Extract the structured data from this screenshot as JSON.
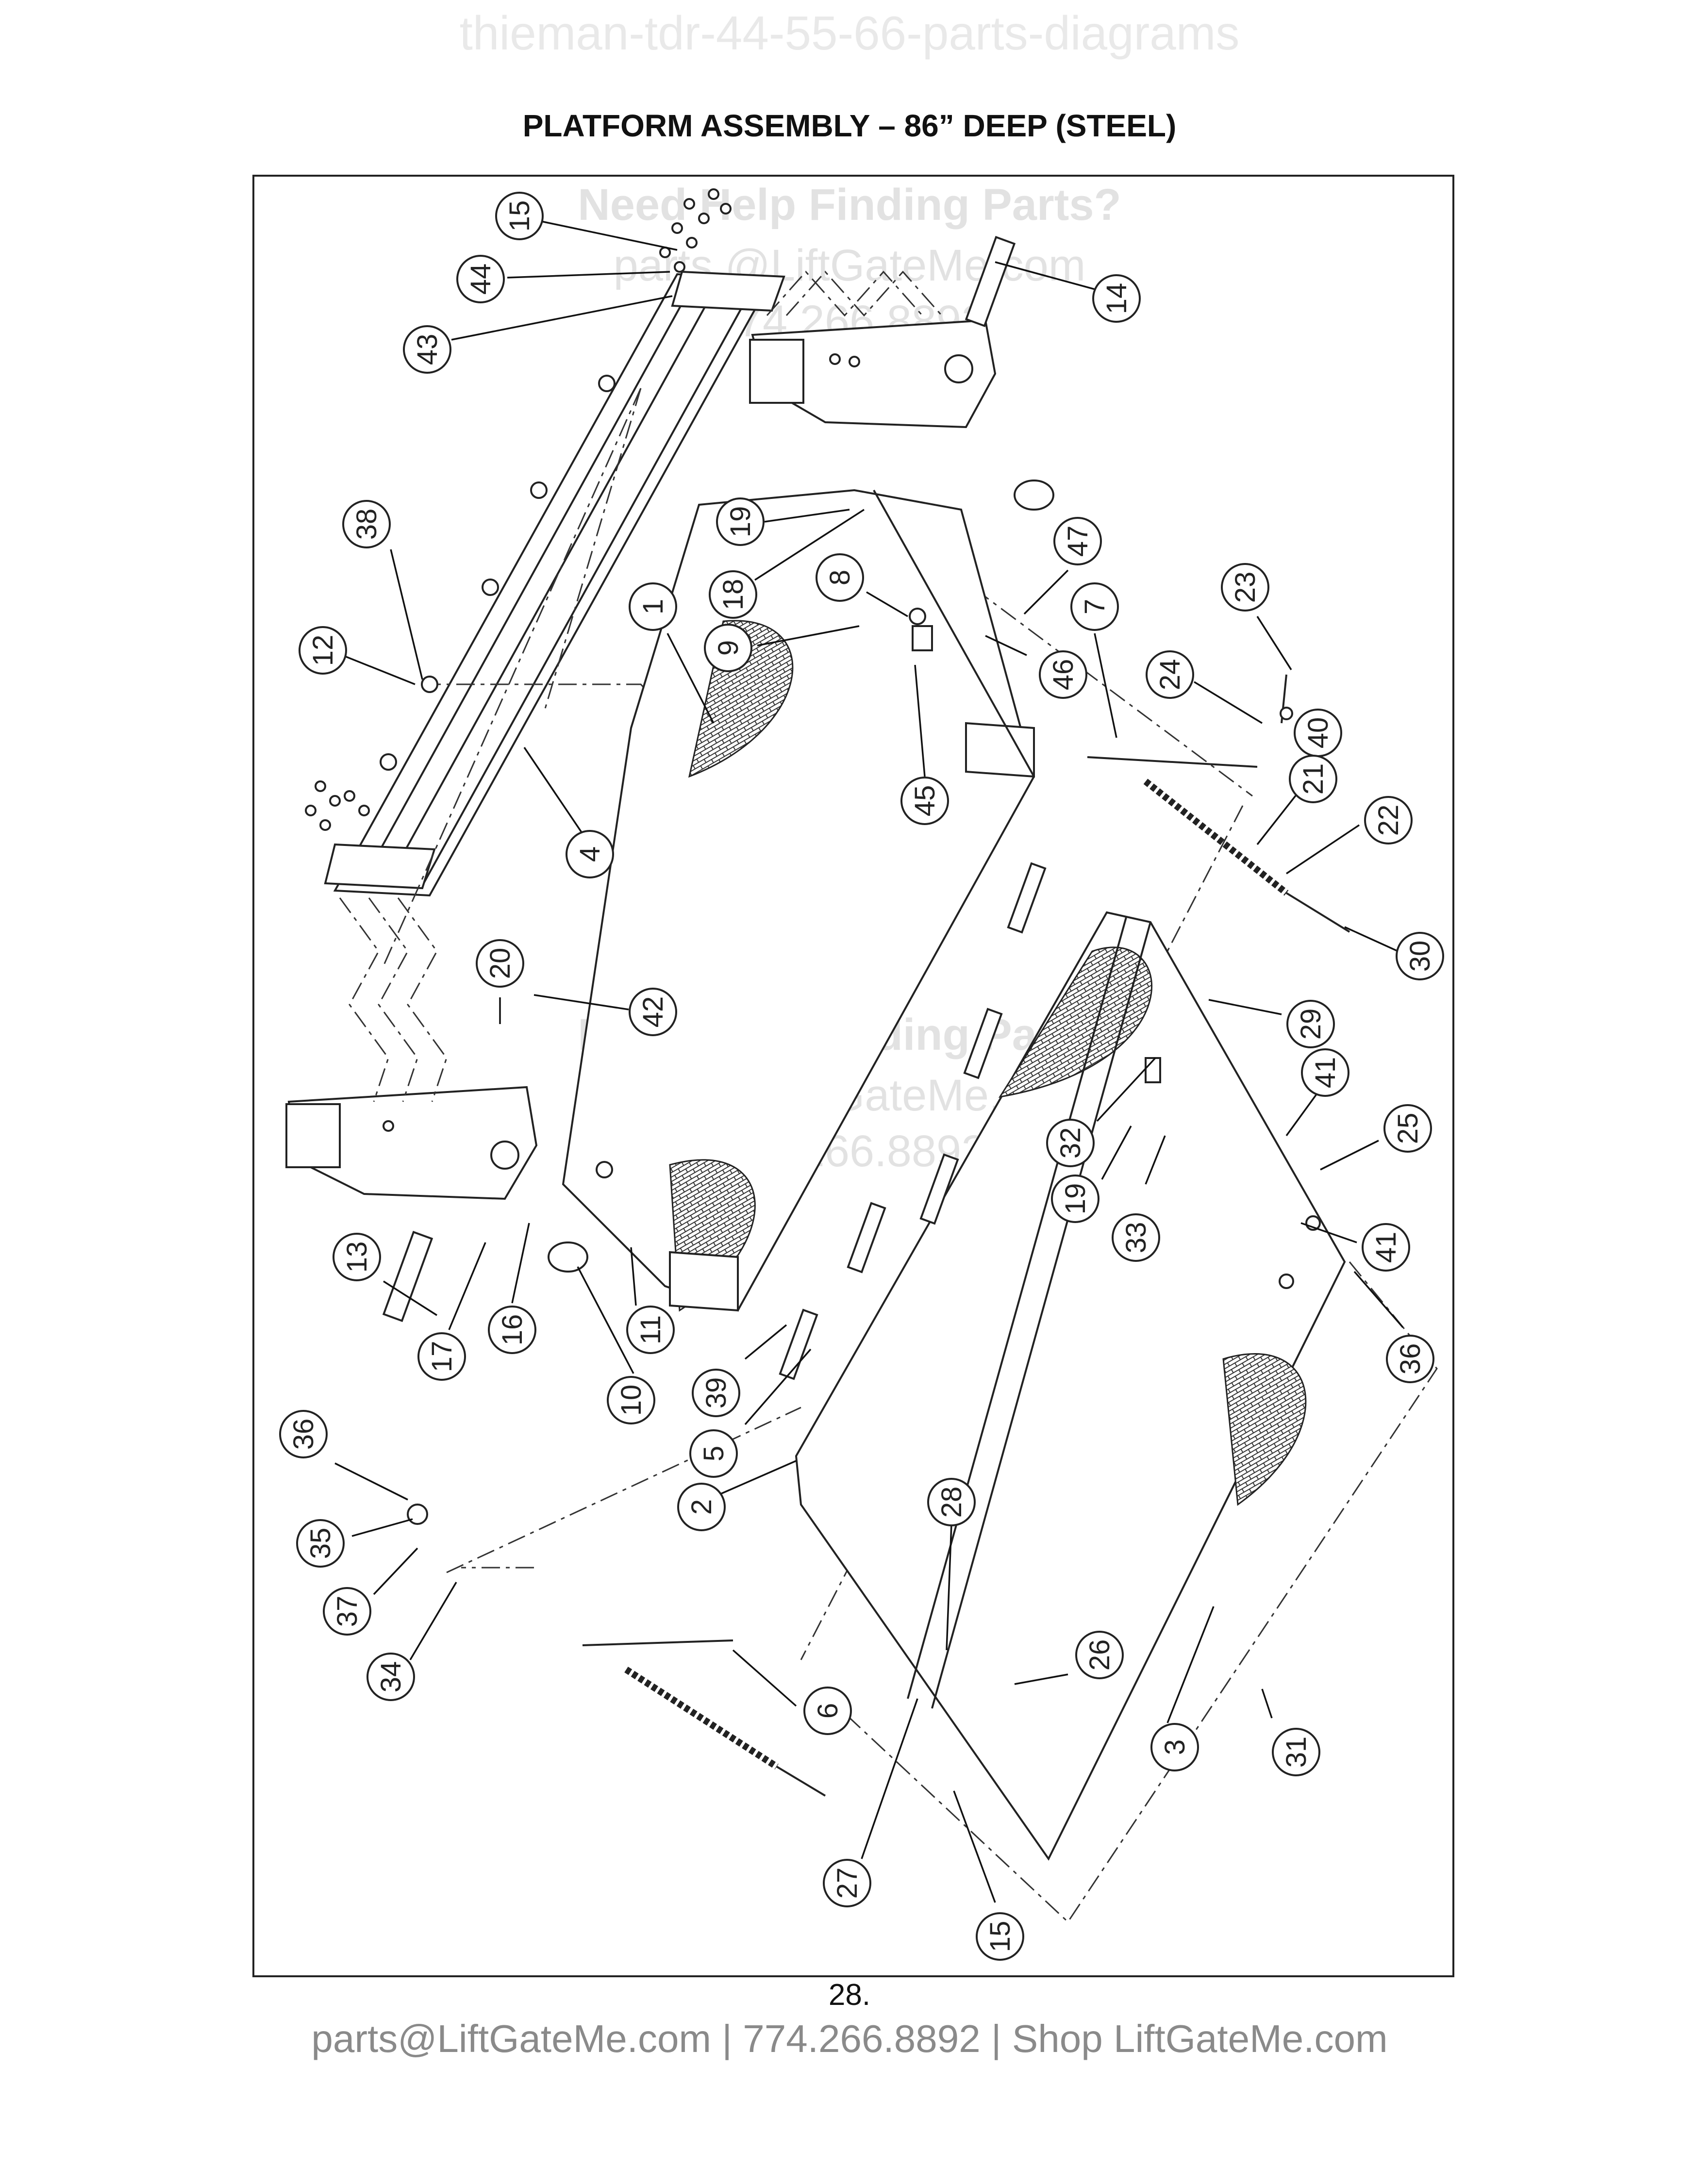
{
  "watermark_header": "thieman-tdr-44-55-66-parts-diagrams",
  "title": "PLATFORM ASSEMBLY – 86” DEEP (STEEL)",
  "watermarks": [
    {
      "heading": "Need Help Finding Parts?",
      "email": "parts @LiftGateMe.com",
      "phone": "774.266.8892"
    },
    {
      "heading": "Need Help Finding Parts?",
      "email": "parts @LiftGateMe.com",
      "phone": "774.266.8892"
    }
  ],
  "callouts": [
    "15",
    "44",
    "43",
    "14",
    "38",
    "12",
    "19",
    "18",
    "8",
    "9",
    "1",
    "47",
    "46",
    "7",
    "23",
    "24",
    "40",
    "21",
    "22",
    "30",
    "45",
    "4",
    "20",
    "42",
    "29",
    "41",
    "25",
    "32",
    "19",
    "33",
    "41",
    "36",
    "13",
    "17",
    "16",
    "11",
    "10",
    "39",
    "5",
    "2",
    "36",
    "35",
    "37",
    "34",
    "6",
    "28",
    "26",
    "3",
    "31",
    "27",
    "15"
  ],
  "page_number": "28.",
  "footer": "parts@LiftGateMe.com | 774.266.8892 | Shop LiftGateMe.com"
}
